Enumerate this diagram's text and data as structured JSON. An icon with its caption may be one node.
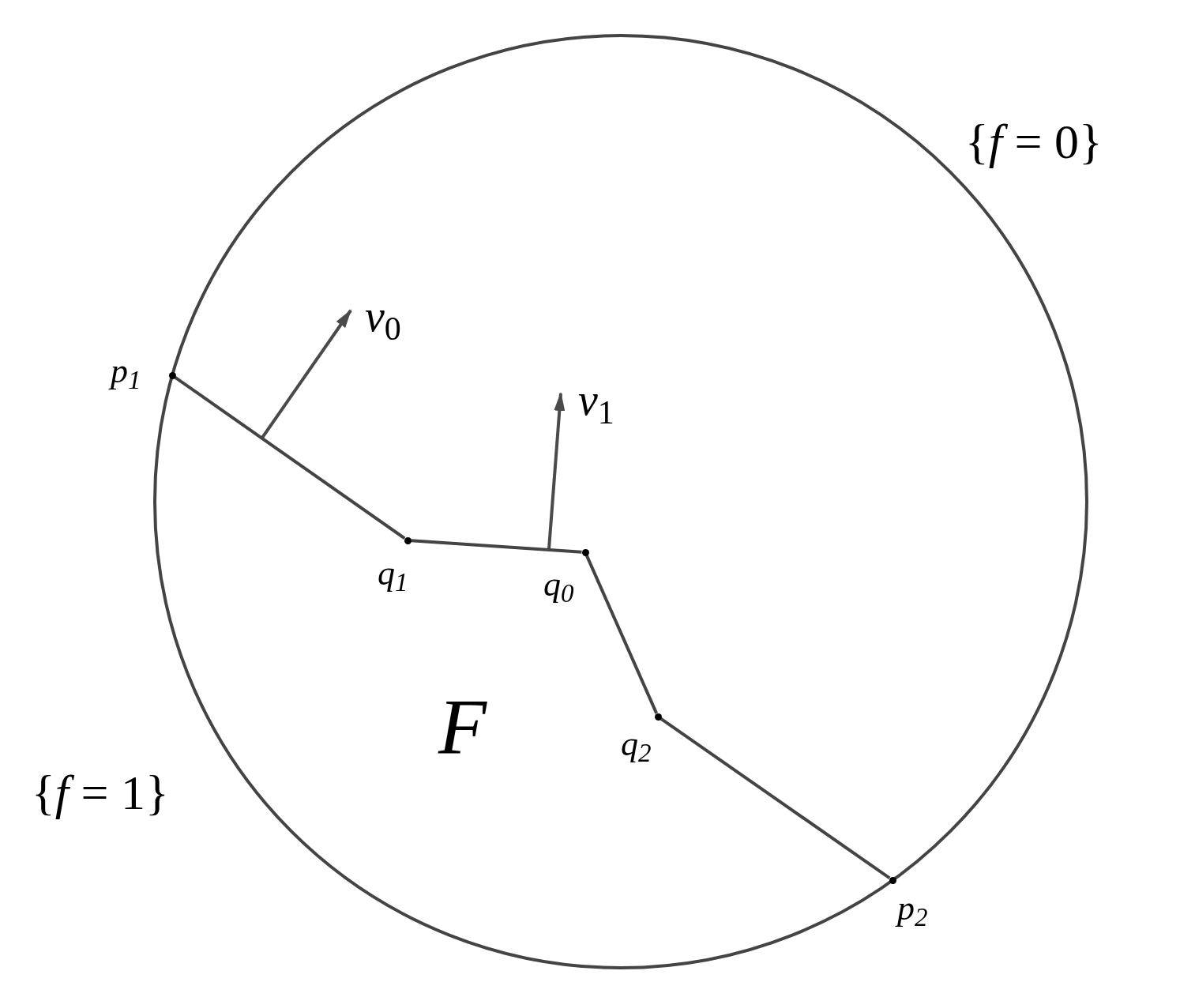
{
  "diagram": {
    "nodes": [
      {
        "text": [
          "p$_{1}$"
        ]
      },
      {
        "text": [
          "q$_{1}$"
        ]
      },
      {
        "text": [
          "q$_{0}$"
        ]
      },
      {
        "text": [
          "q$_{2}$"
        ]
      },
      {
        "text": [
          "p$_{2}$"
        ]
      }
    ],
    "edges": [
      {
        "from": 0,
        "to": 1,
        "arrow": "none"
      },
      {
        "from": 1,
        "to": 2,
        "arrow": "none"
      },
      {
        "from": 2,
        "to": 3,
        "arrow": "none"
      },
      {
        "from": 3,
        "to": 4,
        "arrow": "none"
      }
    ],
    "labels": [
      "{*f* = 0}",
      "*ν*$_{0}$",
      "*ν*$_{1}$",
      "*F*",
      "{*f* = 1}"
    ]
  }
}
